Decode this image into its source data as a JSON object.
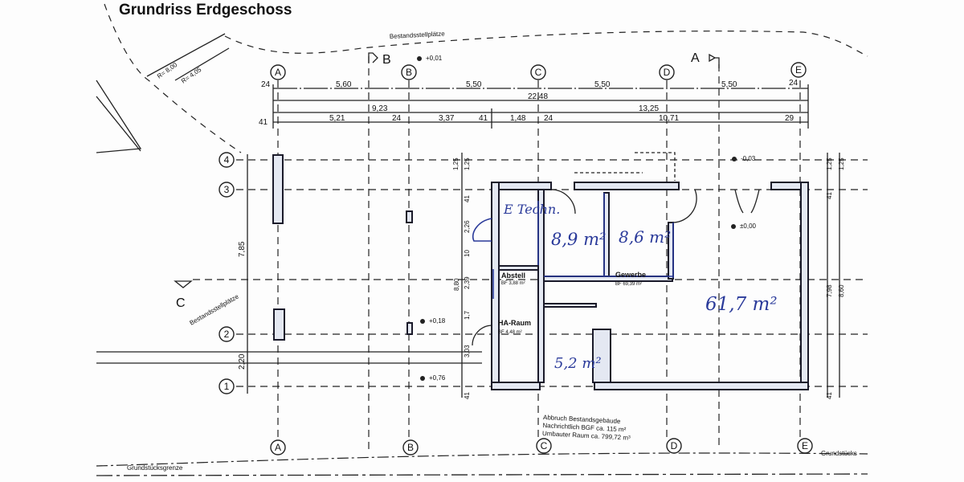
{
  "title": "Grundriss Erdgeschoss",
  "site_labels": {
    "parking_top": "Bestandsstellplätze",
    "parking_left": "Bestandsstellplätze",
    "radius_outer": "R= 8,00",
    "radius_inner": "R= 4,05",
    "property_line": "Grundstücksgrenze",
    "property_line_right": "Grundstücks"
  },
  "section_marks": {
    "b": "B",
    "a": "A",
    "c": "C"
  },
  "axes_columns": [
    "A",
    "B",
    "C",
    "D",
    "E"
  ],
  "axes_rows": [
    "4",
    "3",
    "2",
    "1"
  ],
  "levels": [
    "+0,01",
    "-0,03",
    "±0,00",
    "+0,18",
    "+0,76"
  ],
  "dims_top": {
    "row1": [
      "24",
      "5,60",
      "5,50",
      "5,50",
      "5,50",
      "24"
    ],
    "total": "22,48",
    "row3": [
      "9,23",
      "13,25"
    ],
    "row4": [
      "41",
      "5,21",
      "24",
      "3,37",
      "41",
      "1,48",
      "24",
      "10,71",
      "29"
    ]
  },
  "dims_left": [
    "7,85",
    "2,20"
  ],
  "dims_mid": [
    "1,25",
    "1,25",
    "41",
    "2,26",
    "10",
    "2,39",
    "8,80",
    "1,7",
    "3,03",
    "41"
  ],
  "dims_right": [
    "1,25",
    "1,25",
    "41",
    "7,98",
    "8,60",
    "41"
  ],
  "rooms": [
    {
      "name": "Abstell",
      "area": "BF 3,88 m²"
    },
    {
      "name": "Gewerbe",
      "area": "BF 69,39 m²"
    },
    {
      "name": "HA-Raum",
      "area": "BF 4,48 m²"
    }
  ],
  "handwritten": {
    "tech": "E Techn.",
    "area1": "8,9 m²",
    "area2": "8,6 m²",
    "area3": "61,7 m²",
    "area4": "5,2 m²"
  },
  "demolition_note": [
    "Abbruch Bestandsgebäude",
    "Nachrichtlich BGF ca. 115 m²",
    "Umbauter Raum ca. 799,72 m³"
  ],
  "colors": {
    "ink": "#111111",
    "handwriting": "#2a3a9a",
    "wall_fill": "#e4e8f2"
  }
}
